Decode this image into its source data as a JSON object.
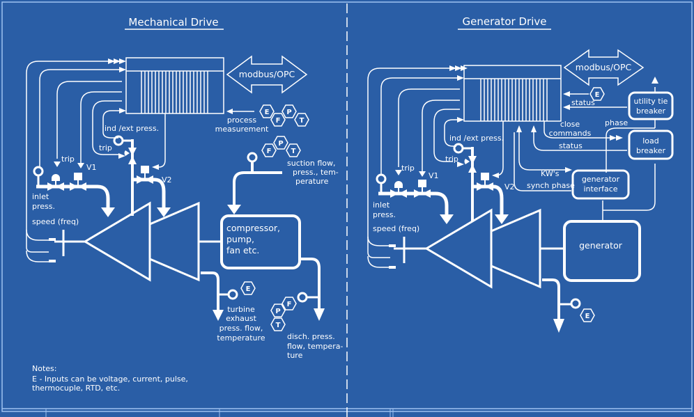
{
  "colors": {
    "background": "#2a5ea6",
    "line": "#ffffff",
    "frame": "#9ec2f0"
  },
  "mechanical": {
    "title": "Mechanical Drive",
    "modbus": "modbus/OPC",
    "process_measurement": [
      "process",
      "measurement"
    ],
    "process_badges": [
      "E",
      "F",
      "P",
      "T"
    ],
    "ind_ext_press": "ind /ext press.",
    "trip_upper": "trip",
    "trip_lower": "trip",
    "v1": "V1",
    "v2": "V2",
    "inlet_press": [
      "inlet",
      "press."
    ],
    "speed": "speed (freq)",
    "suction_badges": [
      "F",
      "P",
      "T"
    ],
    "suction": [
      "suction flow,",
      "press., tem-",
      "perature"
    ],
    "driven": [
      "compressor,",
      "pump,",
      "fan etc."
    ],
    "exhaust_badge": "E",
    "exhaust": [
      "turbine",
      "exhaust",
      "press. flow,",
      "temperature"
    ],
    "discharge_badges": [
      "P",
      "F",
      "T"
    ],
    "discharge": [
      "disch. press.",
      "flow, tempera-",
      "ture"
    ],
    "notes_title": "Notes:",
    "notes": [
      "E - Inputs can be voltage, current, pulse,",
      "thermocuple, RTD, etc."
    ]
  },
  "generator": {
    "title": "Generator Drive",
    "modbus": "modbus/OPC",
    "e_badge": "E",
    "status_top": "status",
    "utility_tie_breaker": [
      "utility tie",
      "breaker"
    ],
    "close_commands": [
      "close",
      "commands"
    ],
    "phase": "phase",
    "status_mid": "status",
    "load_breaker": [
      "load",
      "breaker"
    ],
    "kws": "KW's",
    "synch_phase": "synch phase",
    "generator_interface": [
      "generator",
      "interface"
    ],
    "ind_ext_press": "ind /ext press.",
    "trip_upper": "trip",
    "trip_lower": "trip",
    "v1": "V1",
    "v2": "V2",
    "inlet_press": [
      "inlet",
      "press."
    ],
    "speed": "speed (freq)",
    "generator": "generator",
    "exhaust_badge": "E"
  }
}
